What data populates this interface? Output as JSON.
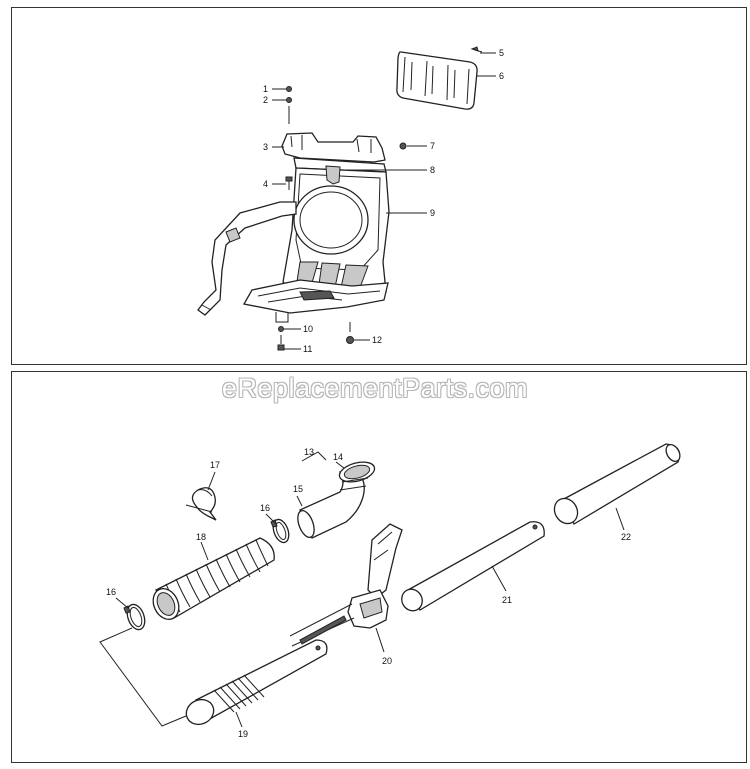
{
  "watermark": "eReplacementParts.com",
  "callouts": {
    "c1": "1",
    "c2": "2",
    "c3": "3",
    "c4": "4",
    "c5": "5",
    "c6": "6",
    "c7": "7",
    "c8": "8",
    "c9": "9",
    "c10": "10",
    "c11": "11",
    "c12": "12",
    "c13": "13",
    "c14": "14",
    "c15": "15",
    "c16a": "16",
    "c16b": "16",
    "c17": "17",
    "c18": "18",
    "c19": "19",
    "c20": "20",
    "c21": "21",
    "c22": "22"
  }
}
